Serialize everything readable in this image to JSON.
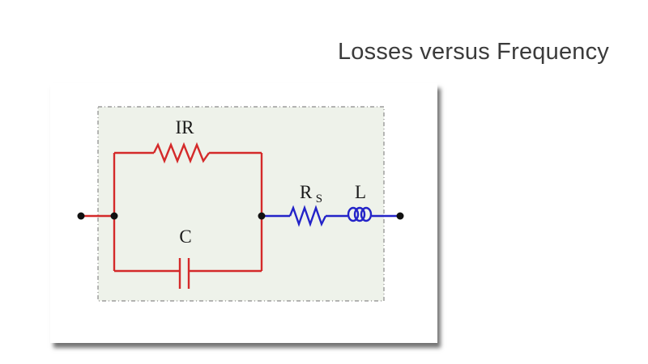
{
  "slide": {
    "title": "Losses versus Frequency"
  },
  "circuit": {
    "labels": {
      "ir": "IR",
      "c": "C",
      "rs_main": "R",
      "rs_sub": "S",
      "l": "L"
    },
    "colors": {
      "parallel_branch": "#d42a2a",
      "series_branch": "#2323c8",
      "node": "#111111",
      "frame_border": "#8a8a8a",
      "frame_fill": "#eef2ea"
    }
  }
}
